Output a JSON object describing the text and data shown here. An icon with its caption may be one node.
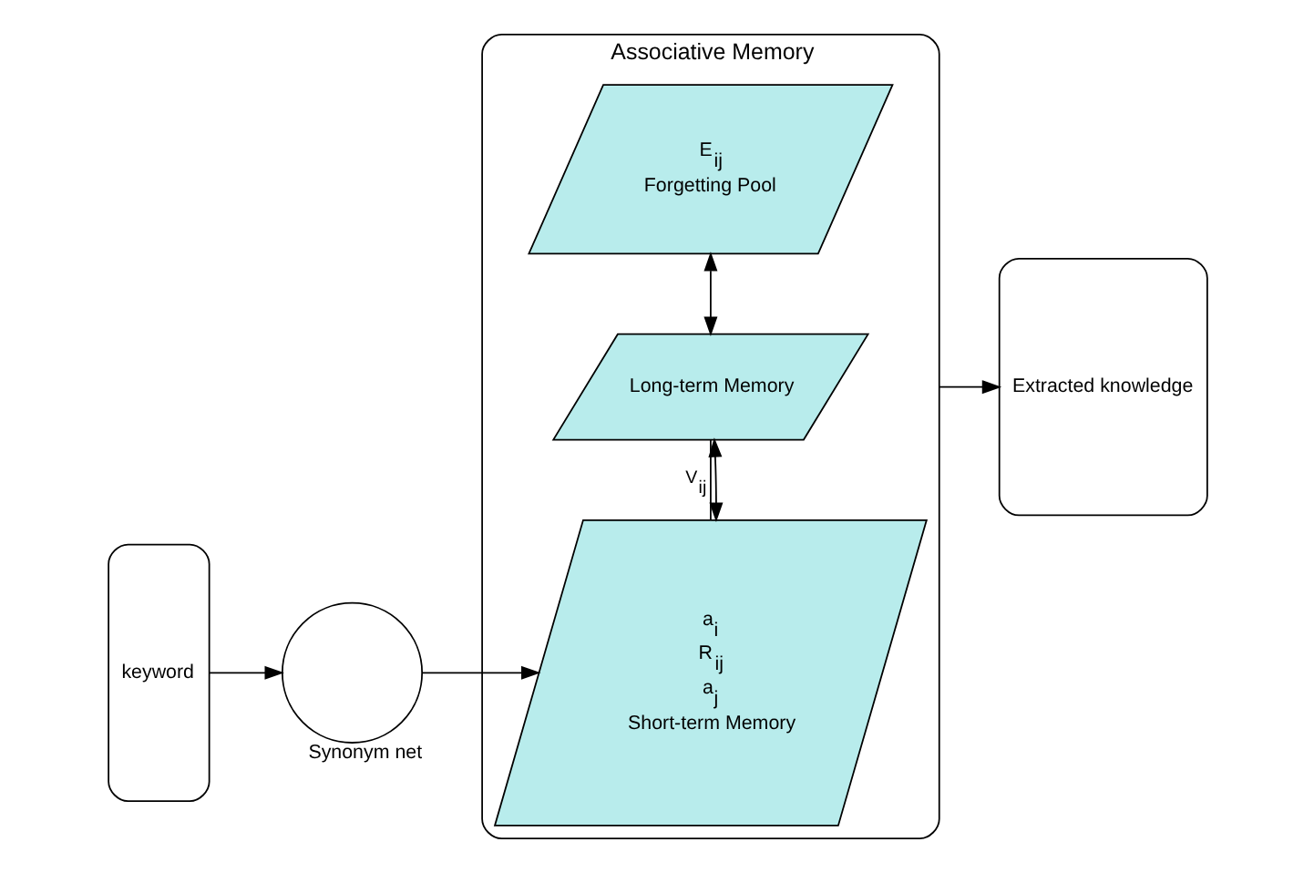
{
  "diagram": {
    "nodes": [
      {
        "text": [
          "keyword"
        ]
      },
      {
        "text": [],
        "shape": "circle",
        "beside": [
          "Synonym net"
        ]
      },
      {
        "text": [
          "Associative Memory"
        ]
      },
      {
        "text": [
          "a$_{i}$",
          "R$_{ij}$",
          "a$_{j}$",
          "Short-term Memory"
        ],
        "in": 2
      },
      {
        "text": [
          "Long-term Memory"
        ],
        "in": 2
      },
      {
        "text": [
          "E$_{ij}$",
          "Forgetting Pool"
        ],
        "in": 2
      },
      {
        "text": [
          "Extracted knowledge"
        ]
      }
    ],
    "edges": [
      {
        "from": 0,
        "to": 1,
        "arrow": "to"
      },
      {
        "from": 1,
        "to": 3,
        "arrow": "to"
      },
      {
        "from": 3,
        "to": 4,
        "arrow": "none",
        "label": "V$_{ij}$"
      },
      {
        "from": 3,
        "to": 4,
        "arrow": "both"
      },
      {
        "from": 4,
        "to": 5,
        "arrow": "both"
      },
      {
        "from": 2,
        "to": 6,
        "arrow": "to"
      }
    ]
  }
}
